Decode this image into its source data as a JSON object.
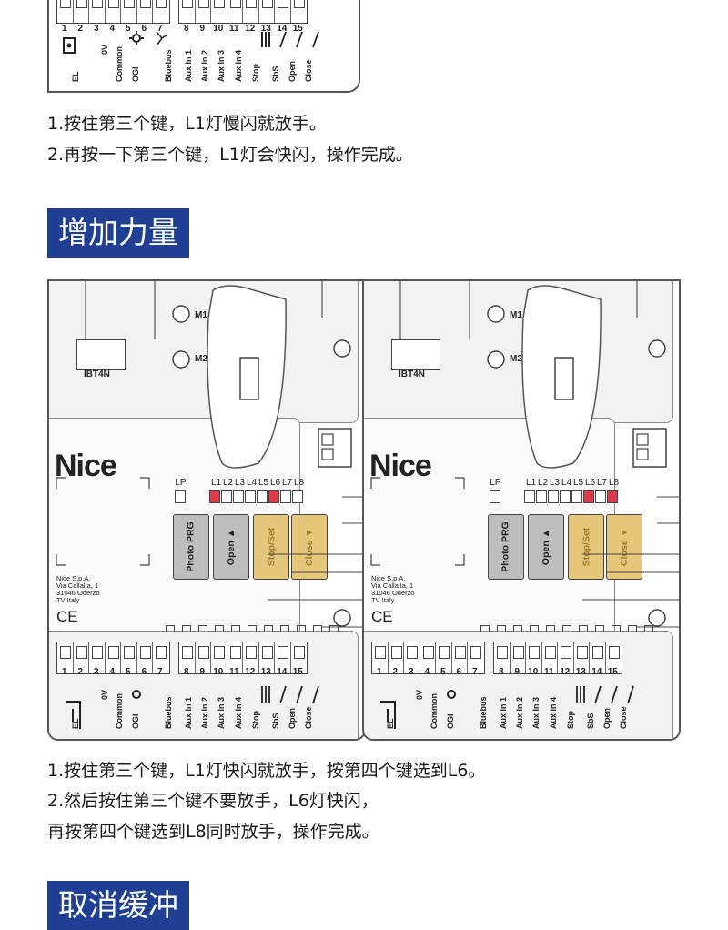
{
  "colors": {
    "heading_bg": "#1e3f94",
    "led_on": "#e03a4a",
    "button_grey": "#bdbdbd",
    "button_gold": "#e6c77a"
  },
  "top_board": {
    "term_nums_a": [
      "1",
      "2",
      "3",
      "4",
      "5",
      "6",
      "7"
    ],
    "term_nums_b": [
      "8",
      "9",
      "10",
      "11",
      "12",
      "13",
      "14",
      "15"
    ],
    "term_labels": [
      "EL",
      "0V",
      "Common",
      "OGI",
      "Bluebus",
      "Aux In 1",
      "Aux In 2",
      "Aux In 3",
      "Aux In 4",
      "Stop",
      "SbS",
      "Open",
      "Close"
    ]
  },
  "instructions_1": {
    "line1": "1.按住第三个键，L1灯慢闪就放手。",
    "line2": "2.再按一下第三个键，L1灯会快闪，操作完成。"
  },
  "heading_increase_force": "增加力量",
  "boards": [
    {
      "connector_ibt4n": "IBT4N",
      "m1": "M1",
      "m2": "M2",
      "logo": "Nice",
      "address": [
        "Nice S.p.A.",
        "Via Callalta, 1",
        "31046 Oderzo",
        "TV Italy"
      ],
      "ce_mark": "CE",
      "led_labels": [
        "LP",
        "L1",
        "L2",
        "L3",
        "L4",
        "L5",
        "L6",
        "L7",
        "L8"
      ],
      "leds_on": [
        "L1",
        "L6"
      ],
      "buttons": [
        "Photo PRG",
        "Open ▲",
        "Stop/Set",
        "Close ▼"
      ],
      "term_nums_a": [
        "1",
        "2",
        "3",
        "4",
        "5",
        "6",
        "7"
      ],
      "term_nums_b": [
        "8",
        "9",
        "10",
        "11",
        "12",
        "13",
        "14",
        "15"
      ],
      "term_labels": [
        "EL",
        "0V",
        "Common",
        "OGI",
        "Bluebus",
        "Aux In 1",
        "Aux In 2",
        "Aux In 3",
        "Aux In 4",
        "Stop",
        "SbS",
        "Open",
        "Close"
      ]
    },
    {
      "connector_ibt4n": "IBT4N",
      "m1": "M1",
      "m2": "M2",
      "logo": "Nice",
      "address": [
        "Nice S.p.A.",
        "Via Callalta, 1",
        "31046 Oderzo",
        "TV Italy"
      ],
      "ce_mark": "CE",
      "led_labels": [
        "LP",
        "L1",
        "L2",
        "L3",
        "L4",
        "L5",
        "L6",
        "L7",
        "L8"
      ],
      "leds_on": [
        "L6",
        "L8"
      ],
      "buttons": [
        "Photo PRG",
        "Open ▲",
        "Stop/Set",
        "Close ▼"
      ],
      "term_nums_a": [
        "1",
        "2",
        "3",
        "4",
        "5",
        "6",
        "7"
      ],
      "term_nums_b": [
        "8",
        "9",
        "10",
        "11",
        "12",
        "13",
        "14",
        "15"
      ],
      "term_labels": [
        "EL",
        "0V",
        "Common",
        "OGI",
        "Bluebus",
        "Aux In 1",
        "Aux In 2",
        "Aux In 3",
        "Aux In 4",
        "Stop",
        "SbS",
        "Open",
        "Close"
      ]
    }
  ],
  "instructions_2": {
    "line1": "1.按住第三个键，L1灯快闪就放手，按第四个键选到L6。",
    "line2": "2.然后按住第三个键不要放手，L6灯快闪，",
    "line3": "再按第四个键选到L8同时放手，操作完成。"
  },
  "heading_cancel_buffer": "取消缓冲"
}
